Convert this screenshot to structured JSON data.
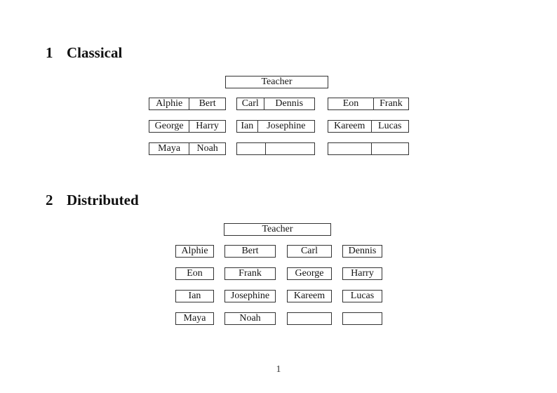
{
  "sections": [
    {
      "number": "1",
      "title": "Classical",
      "teacher_label": "Teacher",
      "rows": [
        [
          {
            "left": "Alphie",
            "right": "Bert"
          },
          {
            "left": "Carl",
            "right": "Dennis"
          },
          {
            "left": "Eon",
            "right": "Frank"
          }
        ],
        [
          {
            "left": "George",
            "right": "Harry"
          },
          {
            "left": "Ian",
            "right": "Josephine"
          },
          {
            "left": "Kareem",
            "right": "Lucas"
          }
        ],
        [
          {
            "left": "Maya",
            "right": "Noah"
          },
          {
            "left": "",
            "right": ""
          },
          {
            "left": "",
            "right": ""
          }
        ]
      ]
    },
    {
      "number": "2",
      "title": "Distributed",
      "teacher_label": "Teacher",
      "rows": [
        [
          "Alphie",
          "Bert",
          "Carl",
          "Dennis"
        ],
        [
          "Eon",
          "Frank",
          "George",
          "Harry"
        ],
        [
          "Ian",
          "Josephine",
          "Kareem",
          "Lucas"
        ],
        [
          "Maya",
          "Noah",
          "",
          ""
        ]
      ]
    }
  ],
  "footer": {
    "page_number": "1"
  }
}
